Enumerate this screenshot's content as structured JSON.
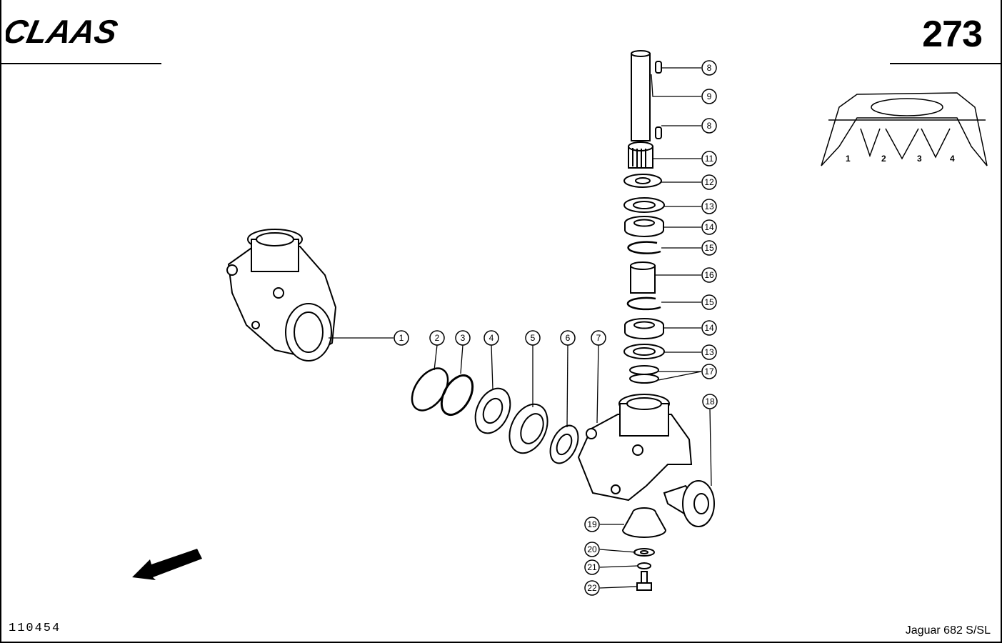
{
  "header": {
    "logo_text": "CLAAS",
    "page_number": "273"
  },
  "footer": {
    "doc_number": "110454",
    "model": "Jaguar 682 S/SL"
  },
  "inset": {
    "labels": [
      "1",
      "2",
      "3",
      "4"
    ]
  },
  "callouts": [
    "1",
    "2",
    "3",
    "4",
    "5",
    "6",
    "7",
    "8",
    "9",
    "8",
    "11",
    "12",
    "13",
    "14",
    "15",
    "16",
    "15",
    "14",
    "13",
    "17",
    "18",
    "19",
    "20",
    "21",
    "22"
  ]
}
